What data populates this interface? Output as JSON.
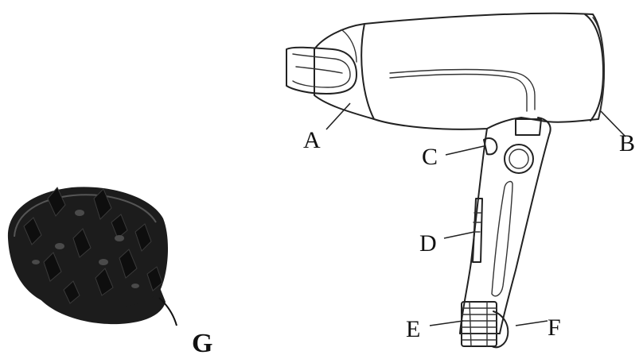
{
  "labels": {
    "a": "A",
    "b": "B",
    "c": "C",
    "d": "D",
    "e": "E",
    "f": "F",
    "g": "G"
  },
  "colors": {
    "line": "#222222",
    "diffuser_fill": "#1c1c1c",
    "background": "#ffffff"
  }
}
